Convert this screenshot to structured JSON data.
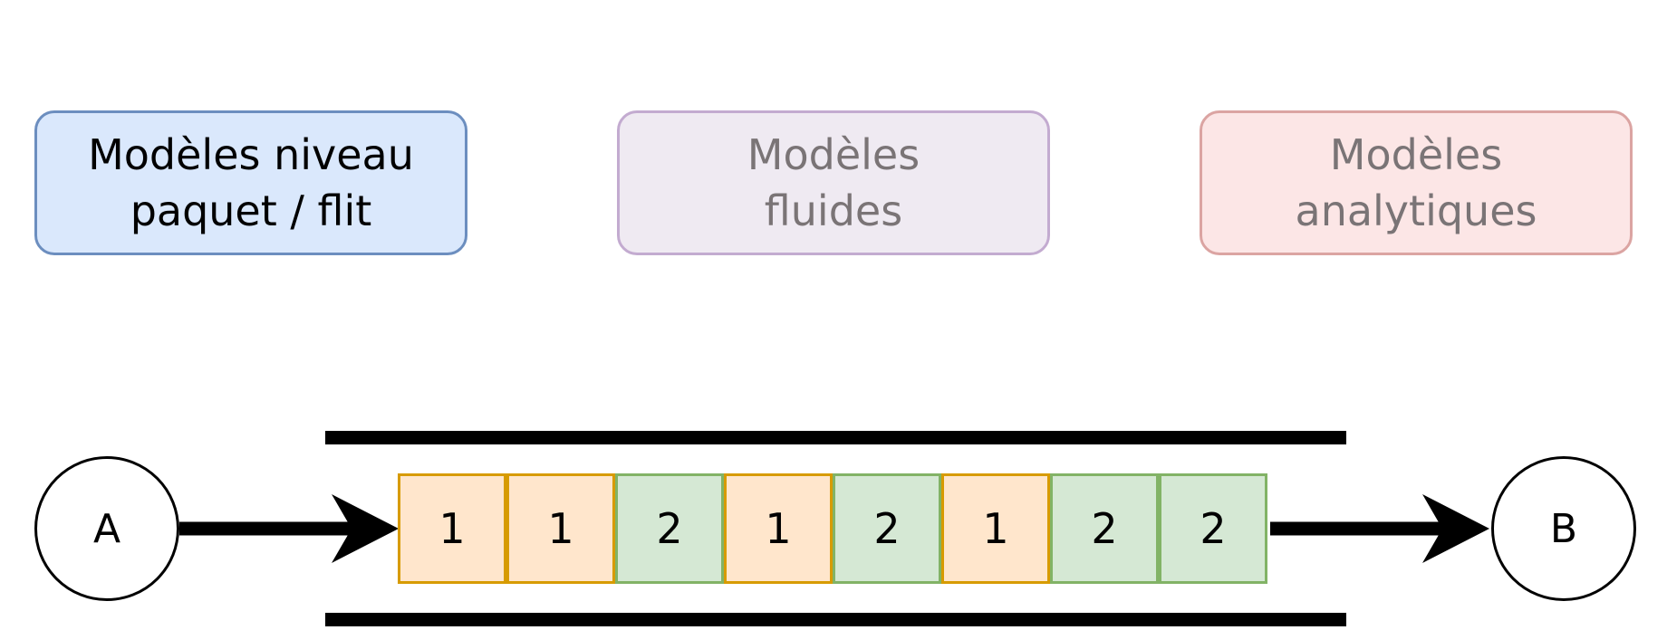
{
  "models": {
    "packet": {
      "line1": "Modèles niveau",
      "line2": "paquet / flit"
    },
    "fluid": {
      "line1": "Modèles",
      "line2": "fluides"
    },
    "analytic": {
      "line1": "Modèles",
      "line2": "analytiques"
    }
  },
  "nodes": {
    "source": "A",
    "destination": "B"
  },
  "queue": {
    "cells": [
      "1",
      "1",
      "2",
      "1",
      "2",
      "1",
      "2",
      "2"
    ]
  },
  "colors": {
    "packet_fill": "#dae8fc",
    "fluid_fill": "#efeaf2",
    "analytic_fill": "#fce6e6",
    "flow1_fill": "#ffe6cc",
    "flow2_fill": "#d5e8d4"
  }
}
